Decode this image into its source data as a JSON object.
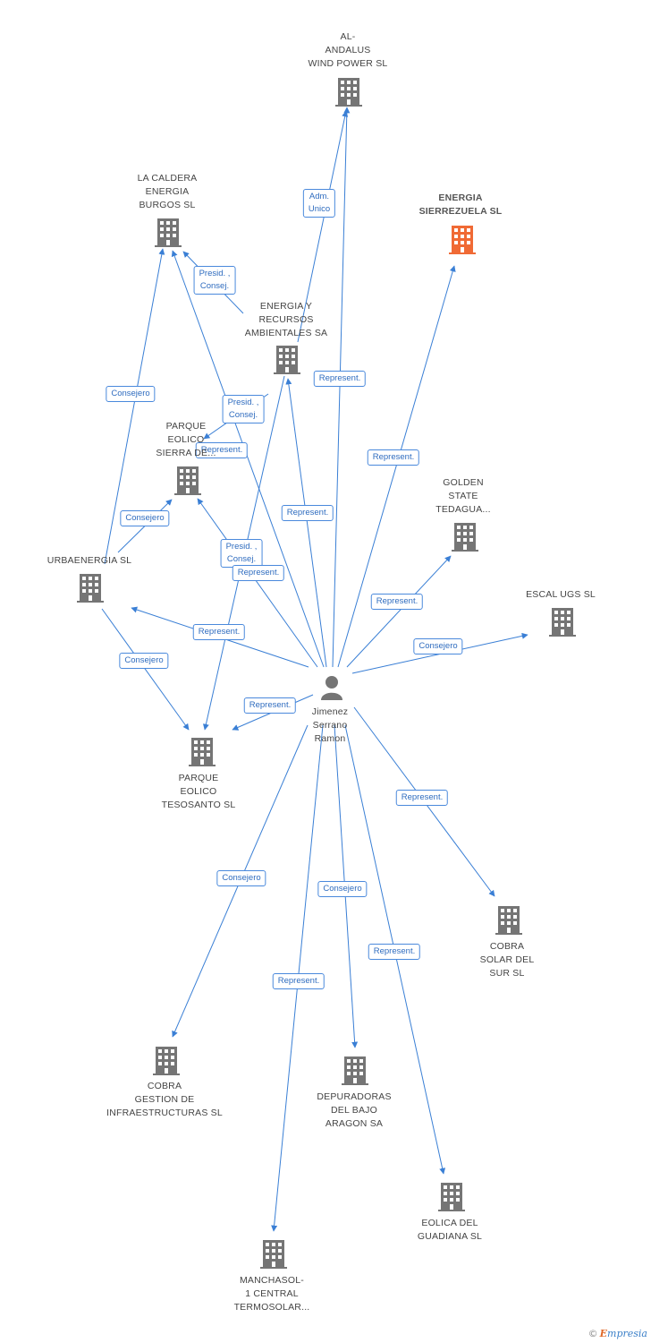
{
  "colors": {
    "edge": "#3a7fd5",
    "company": "#757575",
    "highlight": "#f06a35",
    "person": "#757575"
  },
  "nodes": [
    {
      "id": "al_andalus",
      "label": "AL-\nANDALUS\nWIND POWER SL",
      "icon": "building-icon"
    },
    {
      "id": "la_caldera",
      "label": "LA CALDERA\nENERGIA\nBURGOS SL",
      "icon": "building-icon"
    },
    {
      "id": "sierrezuela",
      "label": "ENERGIA\nSIERREZUELA SL",
      "icon": "building-icon",
      "highlight": true
    },
    {
      "id": "energia_recursos",
      "label": "ENERGIA Y\nRECURSOS\nAMBIENTALES SA",
      "icon": "building-icon"
    },
    {
      "id": "parque_sierra",
      "label": "PARQUE\nEOLICO\nSIERRA DE...",
      "icon": "building-icon"
    },
    {
      "id": "golden_state",
      "label": "GOLDEN\nSTATE\nTEDAGUA...",
      "icon": "building-icon"
    },
    {
      "id": "urbaenergia",
      "label": "URBAENERGIA SL",
      "icon": "building-icon"
    },
    {
      "id": "escal_ugs",
      "label": "ESCAL UGS SL",
      "icon": "building-icon"
    },
    {
      "id": "person",
      "label": "Jimenez\nSerrano\nRamon",
      "icon": "person-icon"
    },
    {
      "id": "parque_tesosanto",
      "label": "PARQUE\nEOLICO\nTESOSANTO SL",
      "icon": "building-icon"
    },
    {
      "id": "cobra_solar",
      "label": "COBRA\nSOLAR DEL\nSUR SL",
      "icon": "building-icon"
    },
    {
      "id": "cobra_gestion",
      "label": "COBRA\nGESTION DE\nINFRAESTRUCTURAS SL",
      "icon": "building-icon"
    },
    {
      "id": "depuradoras",
      "label": "DEPURADORAS\nDEL BAJO\nARAGON SA",
      "icon": "building-icon"
    },
    {
      "id": "eolica_guadiana",
      "label": "EOLICA DEL\nGUADIANA SL",
      "icon": "building-icon"
    },
    {
      "id": "manchasol",
      "label": "MANCHASOL-\n1 CENTRAL\nTERMOSOLAR...",
      "icon": "building-icon"
    }
  ],
  "edges": [
    {
      "from": "energia_recursos",
      "to": "al_andalus",
      "label": "Adm.\nUnico"
    },
    {
      "from": "energia_recursos",
      "to": "la_caldera",
      "label": "Presid. ,\nConsej."
    },
    {
      "from": "energia_recursos",
      "to": "parque_sierra",
      "label": "Presid. ,\nConsej."
    },
    {
      "from": "energia_recursos",
      "to": "parque_tesosanto",
      "label": "Presid. ,\nConsej."
    },
    {
      "from": "urbaenergia",
      "to": "la_caldera",
      "label": "Consejero"
    },
    {
      "from": "urbaenergia",
      "to": "parque_sierra",
      "label": "Consejero"
    },
    {
      "from": "urbaenergia",
      "to": "parque_tesosanto",
      "label": "Consejero"
    },
    {
      "from": "person",
      "to": "al_andalus",
      "label": "Represent."
    },
    {
      "from": "person",
      "to": "sierrezuela",
      "label": "Represent."
    },
    {
      "from": "person",
      "to": "energia_recursos",
      "label": "Represent."
    },
    {
      "from": "person",
      "to": "la_caldera",
      "label": "Represent."
    },
    {
      "from": "person",
      "to": "parque_sierra",
      "label": "Represent."
    },
    {
      "from": "person",
      "to": "golden_state",
      "label": "Represent."
    },
    {
      "from": "person",
      "to": "escal_ugs",
      "label": "Consejero"
    },
    {
      "from": "person",
      "to": "urbaenergia",
      "label": "Represent."
    },
    {
      "from": "person",
      "to": "parque_tesosanto",
      "label": "Represent."
    },
    {
      "from": "person",
      "to": "cobra_solar",
      "label": "Represent."
    },
    {
      "from": "person",
      "to": "cobra_gestion",
      "label": "Consejero"
    },
    {
      "from": "person",
      "to": "depuradoras",
      "label": "Consejero"
    },
    {
      "from": "person",
      "to": "eolica_guadiana",
      "label": "Represent."
    },
    {
      "from": "person",
      "to": "manchasol",
      "label": "Represent."
    }
  ],
  "watermark": {
    "copyright": "©",
    "brand_initial": "E",
    "brand_rest": "mpresia"
  }
}
